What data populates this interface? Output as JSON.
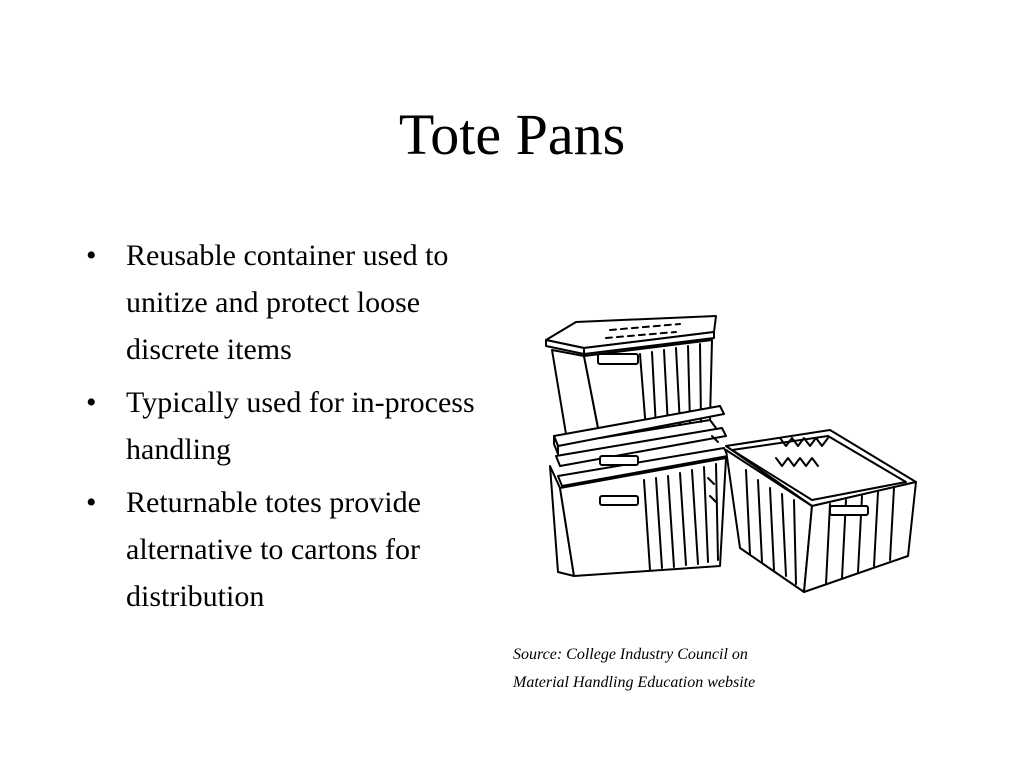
{
  "slide": {
    "title": "Tote Pans",
    "bullets": [
      "Reusable container used to unitize and protect loose discrete items",
      "Typically used for in-process handling",
      "Returnable totes provide alternative to cartons for distribution"
    ],
    "bullet_glyph": "•",
    "caption_line1": "Source: College Industry Council on",
    "caption_line2": "Material Handling Education website"
  },
  "image": {
    "icon": "tote-pans-illustration"
  }
}
